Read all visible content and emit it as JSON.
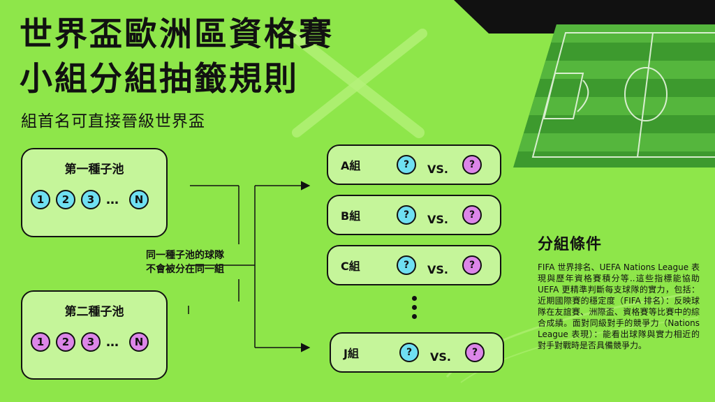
{
  "title_line1": "世界盃歐洲區資格賽",
  "title_line2": "小組分組抽籤規則",
  "subtitle": "組首名可直接晉級世界盃",
  "pools": [
    {
      "title": "第一種子池",
      "color": "#6fe0f2",
      "balls": [
        "1",
        "2",
        "3"
      ],
      "ellipsis": "…",
      "last": "N"
    },
    {
      "title": "第二種子池",
      "color": "#dc86e8",
      "balls": [
        "1",
        "2",
        "3"
      ],
      "ellipsis": "…",
      "last": "N"
    }
  ],
  "note_line1": "同一種子池的球隊",
  "note_line2": "不會被分在同一組",
  "groups": [
    {
      "label": "A組",
      "seed1": "?",
      "vs": "VS.",
      "seed2": "?"
    },
    {
      "label": "B組",
      "seed1": "?",
      "vs": "VS.",
      "seed2": "?"
    },
    {
      "label": "C組",
      "seed1": "?",
      "vs": "VS.",
      "seed2": "?"
    },
    {
      "label": "J組",
      "seed1": "?",
      "vs": "VS.",
      "seed2": "?"
    }
  ],
  "conditions": {
    "title": "分組條件",
    "text": "FIFA 世界排名、UEFA Nations League 表現與歷年資格賽積分等..這些指標能協助 UEFA 更精準判斷每支球隊的實力，包括：近期國際賽的穩定度（FIFA 排名）：反映球隊在友誼賽、洲際盃、資格賽等比賽中的綜合成績。面對同級對手的競爭力（Nations League 表現）：能看出球隊與實力相近的對手對戰時是否具備競爭力。"
  },
  "colors": {
    "background": "#8ee64a",
    "box": "#c5f59a",
    "seed1": "#6fe0f2",
    "seed2": "#dc86e8",
    "field_dark": "#3d9a2e",
    "field_light": "#55b63d"
  }
}
